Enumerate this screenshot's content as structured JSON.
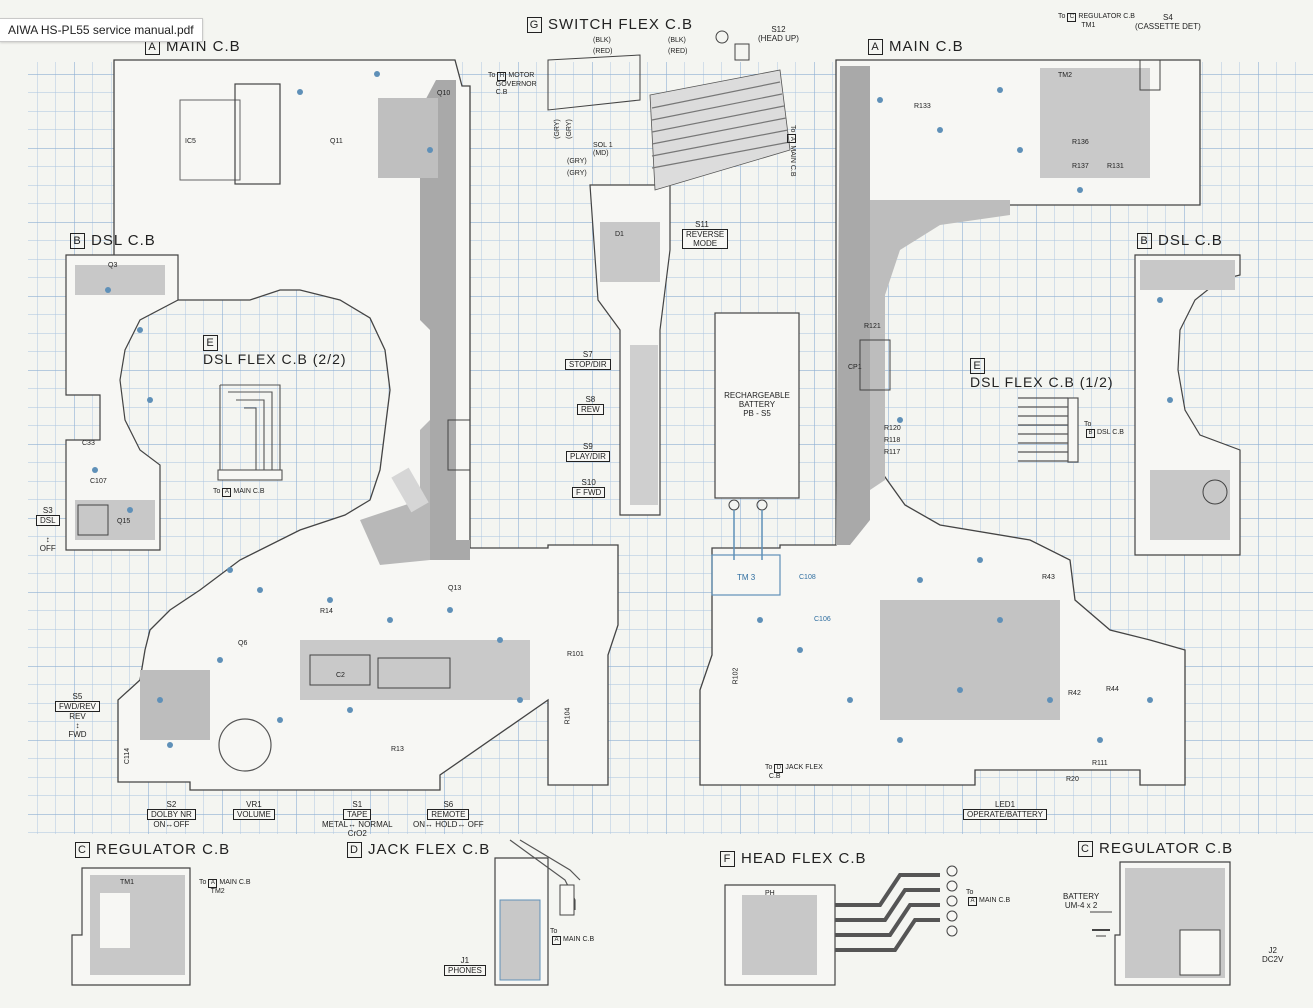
{
  "window": {
    "title": "AIWA HS-PL55 service manual.pdf"
  },
  "colors": {
    "grid": "#a9c3df",
    "board_fill": "#bdbdbd",
    "trace": "#8a8a8a",
    "pad": "#5f90b8",
    "ink": "#2b2b2b"
  },
  "sections": {
    "main_left": {
      "letter": "A",
      "name": "MAIN  C.B"
    },
    "main_right": {
      "letter": "A",
      "name": "MAIN  C.B"
    },
    "switch_flex": {
      "letter": "G",
      "name": "SWITCH FLEX  C.B"
    },
    "dsl_left": {
      "letter": "B",
      "name": "DSL  C.B"
    },
    "dsl_right": {
      "letter": "B",
      "name": "DSL  C.B"
    },
    "dsl_flex_22": {
      "letter": "E",
      "name": "DSL FLEX  C.B (2/2)"
    },
    "dsl_flex_12": {
      "letter": "E",
      "name": "DSL FLEX  C.B (1/2)"
    },
    "regulator_left": {
      "letter": "C",
      "name": "REGULATOR  C.B"
    },
    "regulator_right": {
      "letter": "C",
      "name": "REGULATOR  C.B"
    },
    "jack_flex": {
      "letter": "D",
      "name": "JACK FLEX  C.B"
    },
    "head_flex": {
      "letter": "F",
      "name": "HEAD FLEX  C.B"
    }
  },
  "switches": {
    "s7": {
      "id": "S7",
      "label": "STOP/DIR"
    },
    "s8": {
      "id": "S8",
      "label": "REW"
    },
    "s9": {
      "id": "S9",
      "label": "PLAY/DIR"
    },
    "s10": {
      "id": "S10",
      "label": "F FWD"
    },
    "s11": {
      "id": "S11",
      "label": "REVERSE MODE"
    },
    "s12": {
      "id": "S12",
      "label": "(HEAD UP)"
    },
    "s3": {
      "id": "S3",
      "label": "DSL",
      "off": "OFF"
    },
    "s5": {
      "id": "S5",
      "label": "FWD/REV",
      "a": "REV",
      "b": "FWD"
    },
    "s2": {
      "id": "S2",
      "label": "DOLBY NR",
      "sub": "ON↔OFF"
    },
    "vr1": {
      "id": "VR1",
      "label": "VOLUME"
    },
    "s1": {
      "id": "S1",
      "label": "TAPE",
      "sub": "METAL↔ NORMAL",
      "sub2": "CrO2"
    },
    "s6": {
      "id": "S6",
      "label": "REMOTE",
      "sub": "ON↔ HOLD↔ OFF"
    },
    "led1": {
      "id": "LED1",
      "label": "OPERATE/BATTERY"
    },
    "s4": {
      "id": "S4",
      "label": "(CASSETTE DET)"
    },
    "j1": {
      "id": "J1",
      "label": "PHONES"
    },
    "j2": {
      "id": "J2",
      "label": "DC2V"
    }
  },
  "battery": {
    "line1": "RECHARGEABLE",
    "line2": "BATTERY",
    "line3": "PB - S5"
  },
  "battery_ext": {
    "line1": "BATTERY",
    "line2": "UM-4 x 2"
  },
  "connectors": {
    "to_motor": {
      "pre": "To",
      "box": "H",
      "text": "MOTOR",
      "line2": "GOVERNOR",
      "line3": "C.B"
    },
    "to_main_g": {
      "pre": "To",
      "box": "A",
      "text": "MAIN C.B"
    },
    "to_main_e22": {
      "pre": "To",
      "box": "A",
      "text": "MAIN  C.B"
    },
    "to_dsl": {
      "pre": "To",
      "box": "B",
      "text": "DSL C.B"
    },
    "to_regulator": {
      "pre": "To",
      "box": "C",
      "text": "REGULATOR C.B",
      "tm": "TM1"
    },
    "to_main_c": {
      "pre": "To",
      "box": "A",
      "text": "MAIN C.B",
      "tm": "TM2"
    },
    "to_main_d": {
      "pre": "To",
      "box": "A",
      "text": "MAIN C.B"
    },
    "to_main_f": {
      "pre": "To",
      "box": "A",
      "text": "MAIN C.B"
    },
    "to_jack": {
      "pre": "To",
      "box": "D",
      "text": "JACK FLEX",
      "line2": "C.B"
    }
  },
  "wires": {
    "blk1": "(BLK)",
    "blk2": "(BLK)",
    "red1": "(RED)",
    "red2": "(RED)",
    "gry1": "(GRY)",
    "gry2": "(GRY)",
    "gry3": "(GRY)",
    "gry4": "(GRY)"
  },
  "parts": {
    "ic5": "IC5",
    "q10": "Q10",
    "q11": "Q11",
    "q3": "Q3",
    "q13": "Q13",
    "q15": "Q15",
    "q6": "Q6",
    "c33": "C33",
    "c107": "C107",
    "c114": "C114",
    "r101": "R101",
    "r102": "R102",
    "r104": "R104",
    "tm3": "TM 3",
    "r121": "R121",
    "r120": "R120",
    "r118": "R118",
    "r117": "R117",
    "cp1": "CP1",
    "r133": "R133",
    "r136": "R136",
    "r137": "R137",
    "r131": "R131",
    "tm2": "TM2",
    "tm1": "TM1",
    "ph": "PH",
    "sol1": "SOL 1",
    "sol1b": "(MD)",
    "d1": "D1",
    "r13": "R13",
    "r14": "R14",
    "c2": "C2",
    "r111": "R111",
    "r20": "R20",
    "r42": "R42",
    "r43": "R43",
    "r44": "R44",
    "c108": "C108",
    "c106": "C106"
  }
}
